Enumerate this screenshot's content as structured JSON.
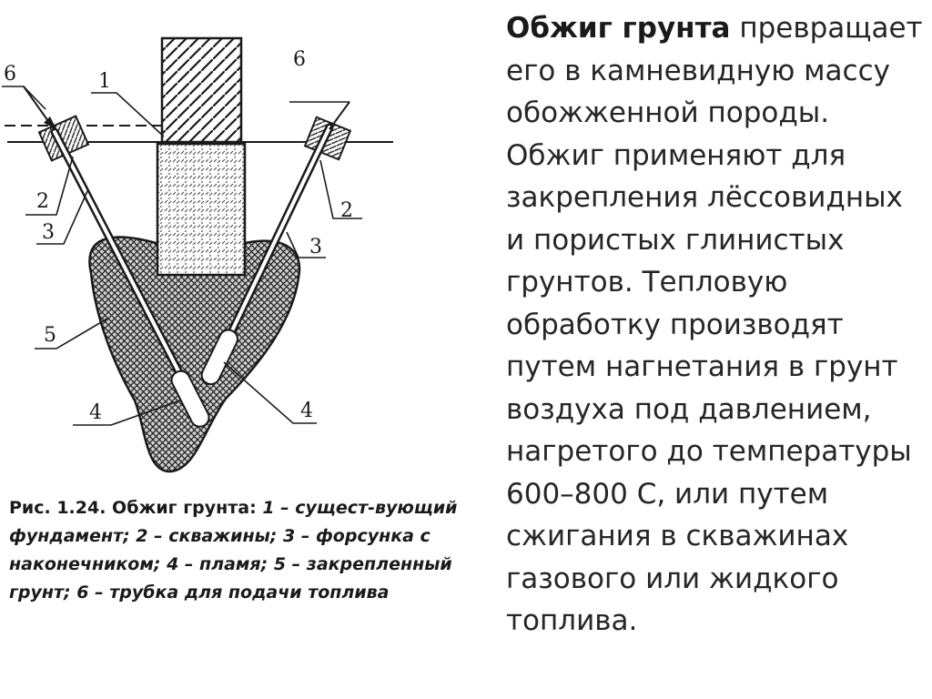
{
  "diagram": {
    "labels": {
      "l6_left": "6",
      "l1": "1",
      "l6_right": "6",
      "l2_left": "2",
      "l3_left": "3",
      "l2_right": "2",
      "l3_right": "3",
      "l5": "5",
      "l4_left": "4",
      "l4_right": "4"
    }
  },
  "caption": {
    "prefix": "Рис. 1.24. Обжиг грунта: ",
    "items": "1 – сущест-вующий фундамент; 2 – скважины; 3 – форсунка с наконечником; 4 – пламя; 5 – закрепленный грунт; 6 – трубка для подачи топлива"
  },
  "body_text": {
    "lead": "Обжиг грунта",
    "rest": " превращает его в камневидную массу обожженной породы. Обжиг применяют для закрепления лёссовидных и пористых глинистых грунтов. Тепловую обработку производят путем нагнетания в грунт воздуха под давлением, нагретого до температуры 600–800 С, или путем сжигания в скважинах газового или жидкого топлива."
  }
}
